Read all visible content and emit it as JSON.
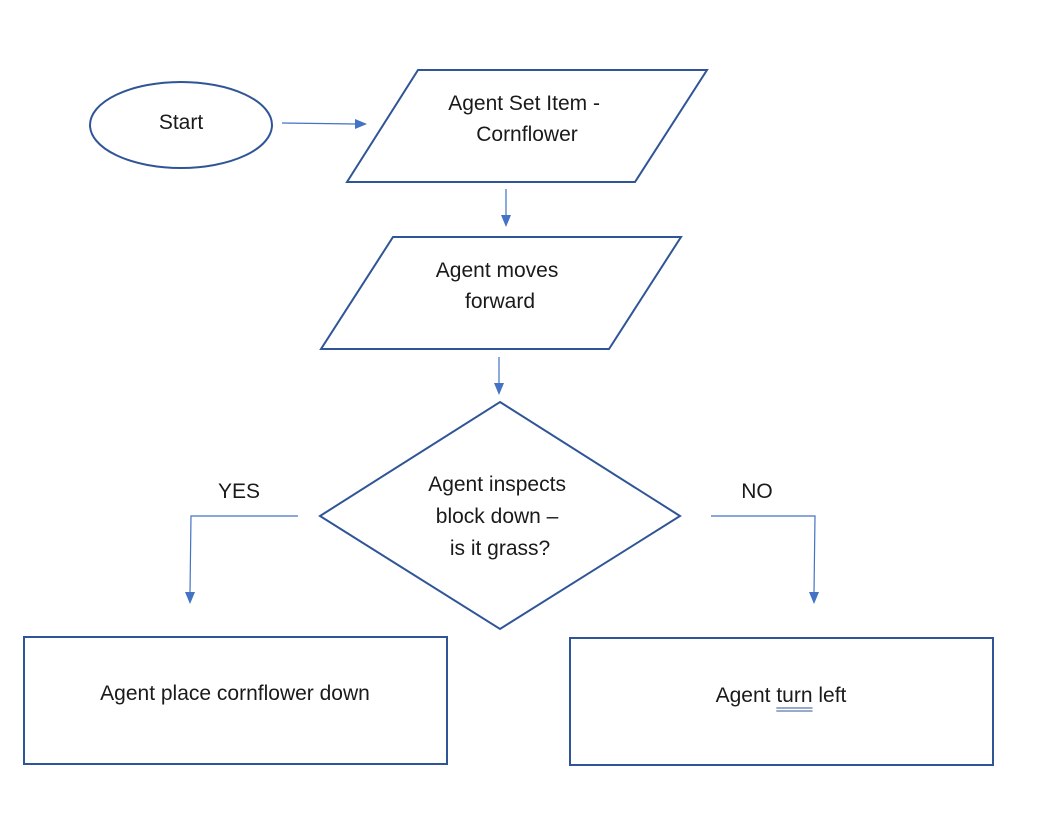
{
  "flowchart": {
    "start": {
      "label": "Start"
    },
    "set_item": {
      "lines": [
        "Agent Set Item -",
        "Cornflower"
      ]
    },
    "move_forward": {
      "lines": [
        "Agent moves",
        "forward"
      ]
    },
    "decision": {
      "lines": [
        "Agent inspects",
        "block down –",
        "is it grass?"
      ]
    },
    "yes_branch": {
      "label": "YES"
    },
    "no_branch": {
      "label": "NO"
    },
    "place_down": {
      "label": "Agent place cornflower down"
    },
    "turn_left": {
      "prefix": "Agent ",
      "emphasis": "turn",
      "suffix": " left"
    }
  },
  "colors": {
    "shape_stroke": "#2f5597",
    "connector": "#4472c4",
    "text": "#1a1a1a"
  }
}
